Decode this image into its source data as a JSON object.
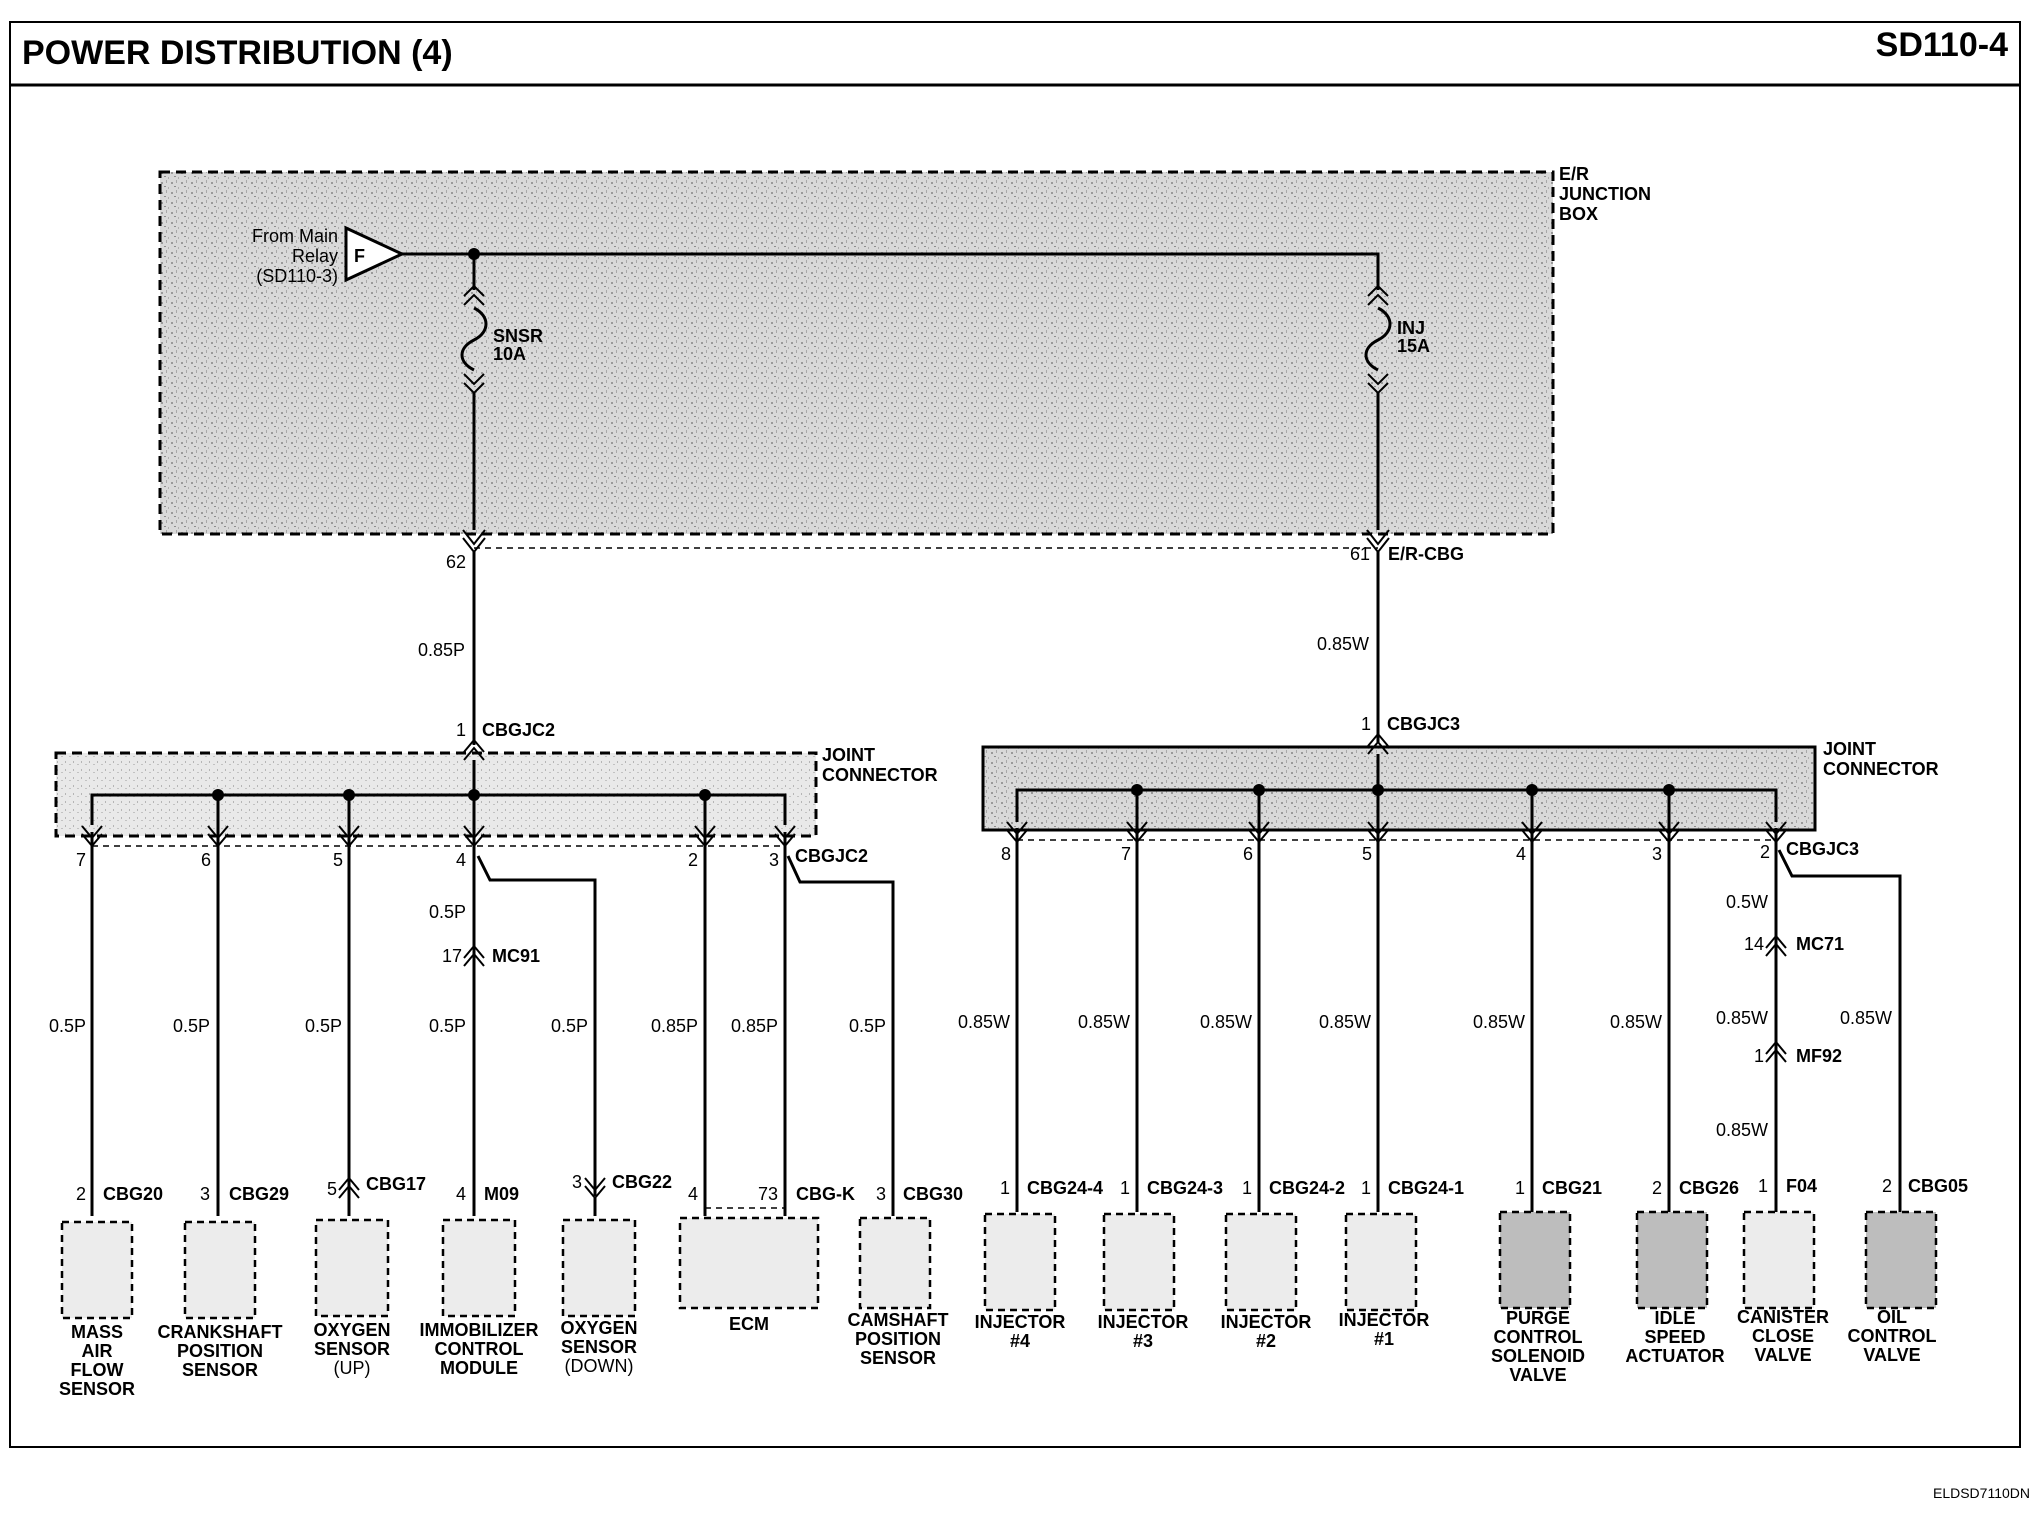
{
  "header": {
    "title": "POWER DISTRIBUTION (4)",
    "page_code": "SD110-4",
    "footer_code": "ELDSD7110DN"
  },
  "junction_box": {
    "label": [
      "E/R",
      "JUNCTION",
      "BOX"
    ],
    "source_lines": [
      "From Main",
      "Relay",
      "(SD110-3)"
    ],
    "source_letter": "F",
    "fuse_left": {
      "name": "SNSR",
      "rating": "10A"
    },
    "fuse_right": {
      "name": "INJ",
      "rating": "15A"
    },
    "pin_left": "62",
    "pin_right": "61",
    "connector": "E/R-CBG"
  },
  "left_trunk": {
    "wire": "0.85P",
    "pin": "1",
    "connector": "CBGJC2",
    "joint_label": [
      "JOINT",
      "CONNECTOR"
    ],
    "out_connector": "CBGJC2"
  },
  "right_trunk": {
    "wire": "0.85W",
    "pin": "1",
    "connector": "CBGJC3",
    "joint_label": [
      "JOINT",
      "CONNECTOR"
    ],
    "out_connector": "CBGJC3"
  },
  "left_branches": [
    {
      "jc_pin": "7",
      "wire": "0.5P",
      "pin": "2",
      "conn": "CBG20",
      "name": [
        "MASS",
        "AIR",
        "FLOW",
        "SENSOR"
      ]
    },
    {
      "jc_pin": "6",
      "wire": "0.5P",
      "pin": "3",
      "conn": "CBG29",
      "name": [
        "CRANKSHAFT",
        "POSITION",
        "SENSOR"
      ]
    },
    {
      "jc_pin": "5",
      "wire": "0.5P",
      "pin": "5",
      "conn": "CBG17",
      "name": [
        "OXYGEN",
        "SENSOR",
        "(UP)"
      ]
    },
    {
      "jc_pin": "4",
      "wire_top": "0.5P",
      "inline_pin": "17",
      "inline_conn": "MC91",
      "wire": "0.5P",
      "pin": "4",
      "conn": "M09",
      "name": [
        "IMMOBILIZER",
        "CONTROL",
        "MODULE"
      ]
    },
    {
      "wire": "0.5P",
      "pin": "3",
      "conn": "CBG22",
      "name": [
        "OXYGEN",
        "SENSOR",
        "(DOWN)"
      ]
    },
    {
      "jc_pin": "2",
      "wire": "0.85P",
      "pin": "4",
      "name": []
    },
    {
      "jc_pin": "3",
      "wire": "0.85P",
      "pin": "73",
      "conn": "CBG-K",
      "name": [
        "ECM"
      ]
    },
    {
      "wire": "0.5P",
      "pin": "3",
      "conn": "CBG30",
      "name": [
        "CAMSHAFT",
        "POSITION",
        "SENSOR"
      ]
    }
  ],
  "right_branches": [
    {
      "jc_pin": "8",
      "wire": "0.85W",
      "pin": "1",
      "conn": "CBG24-4",
      "name": [
        "INJECTOR",
        "#4"
      ]
    },
    {
      "jc_pin": "7",
      "wire": "0.85W",
      "pin": "1",
      "conn": "CBG24-3",
      "name": [
        "INJECTOR",
        "#3"
      ]
    },
    {
      "jc_pin": "6",
      "wire": "0.85W",
      "pin": "1",
      "conn": "CBG24-2",
      "name": [
        "INJECTOR",
        "#2"
      ]
    },
    {
      "jc_pin": "5",
      "wire": "0.85W",
      "pin": "1",
      "conn": "CBG24-1",
      "name": [
        "INJECTOR",
        "#1"
      ]
    },
    {
      "jc_pin": "4",
      "wire": "0.85W",
      "pin": "1",
      "conn": "CBG21",
      "name": [
        "PURGE",
        "CONTROL",
        "SOLENOID",
        "VALVE"
      ]
    },
    {
      "jc_pin": "3",
      "wire": "0.85W",
      "pin": "2",
      "conn": "CBG26",
      "name": [
        "IDLE",
        "SPEED",
        "ACTUATOR"
      ]
    },
    {
      "jc_pin": "2",
      "wire_top": "0.5W",
      "inline1_pin": "14",
      "inline1_conn": "MC71",
      "wire_mid": "0.85W",
      "inline2_pin": "1",
      "inline2_conn": "MF92",
      "wire": "0.85W",
      "pin": "1",
      "conn": "F04",
      "name": [
        "CANISTER",
        "CLOSE",
        "VALVE"
      ]
    },
    {
      "wire": "0.85W",
      "pin": "2",
      "conn": "CBG05",
      "name": [
        "OIL",
        "CONTROL",
        "VALVE"
      ]
    }
  ]
}
